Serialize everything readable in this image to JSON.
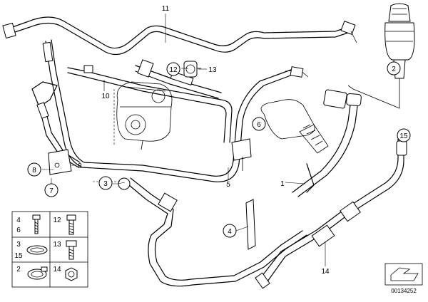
{
  "callouts": {
    "c1": "1",
    "c2": "2",
    "c3": "3",
    "c4": "4",
    "c5": "5",
    "c6": "6",
    "c7": "7",
    "c8": "8",
    "c8b": "8",
    "c10": "10",
    "c11": "11",
    "c12": "12",
    "c13": "13",
    "c14": "14",
    "c15": "15"
  },
  "legend": {
    "rows": [
      {
        "left": "4",
        "right": "12"
      },
      {
        "left": "6",
        "right": ""
      },
      {
        "left": "3",
        "right": "13"
      },
      {
        "left": "15",
        "right": ""
      },
      {
        "left": "2",
        "right": "14"
      }
    ]
  },
  "reference": "00134252"
}
